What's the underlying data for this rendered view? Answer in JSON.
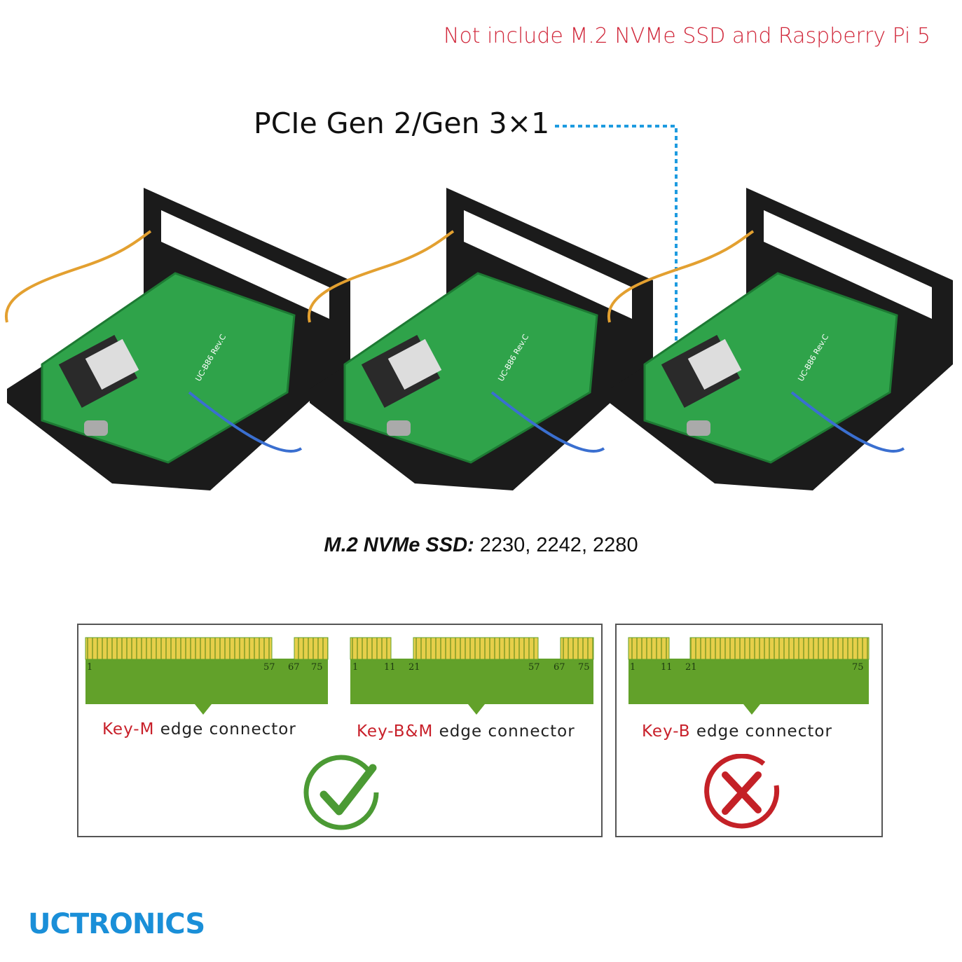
{
  "notice": "Not include M.2 NVMe SSD and Raspberry Pi 5",
  "pcie_label": "PCIe Gen 2/Gen 3×1",
  "ssd_support": {
    "label": "M.2 NVMe SSD:",
    "sizes": "2230, 2242, 2280"
  },
  "board_label": "UC-B86 Rev.C",
  "connectors": [
    {
      "key": "Key-M",
      "text": "edge connector",
      "pins": [
        "1",
        "57",
        "67",
        "75"
      ],
      "compatible": true,
      "icon": "check-circle-icon"
    },
    {
      "key": "Key-B&M",
      "text": "edge connector",
      "pins": [
        "1",
        "11",
        "21",
        "57",
        "67",
        "75"
      ],
      "compatible": true
    },
    {
      "key": "Key-B",
      "text": "edge connector",
      "pins": [
        "1",
        "11",
        "21",
        "75"
      ],
      "compatible": false,
      "icon": "x-circle-icon"
    }
  ],
  "colors": {
    "accent_blue": "#1e9be0",
    "warning_red": "#d0273a",
    "pcb_green": "#62a12a",
    "pin_gold": "#e6cf4a"
  },
  "brand": "UCTRONICS"
}
